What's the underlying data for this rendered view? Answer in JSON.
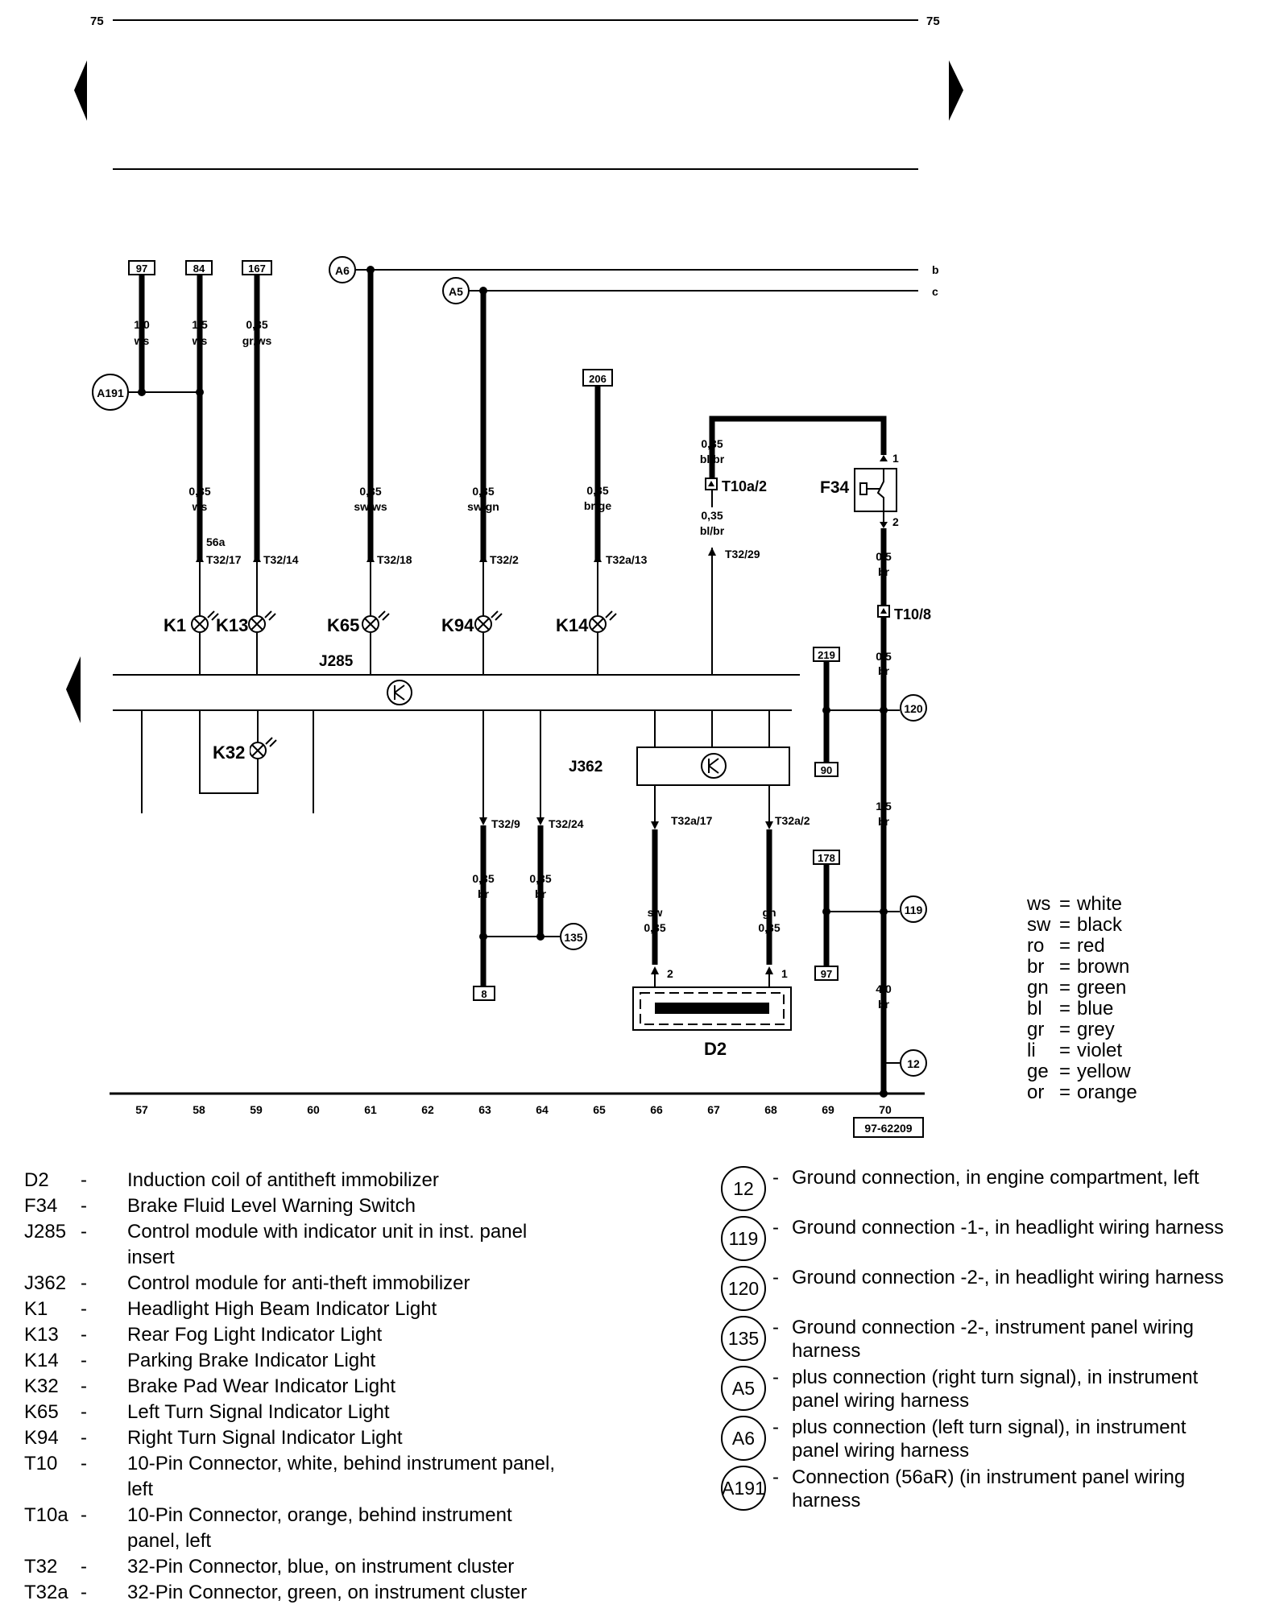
{
  "page": {
    "number_left": "75",
    "number_right": "75",
    "figure_id": "97-62209"
  },
  "wire_ends": {
    "b": "b",
    "c": "c"
  },
  "terminals": {
    "t97": "97",
    "t84": "84",
    "t167": "167",
    "t206": "206",
    "t219": "219",
    "t90": "90",
    "t178": "178",
    "t97b": "97",
    "t8": "8"
  },
  "connections": {
    "a6": "A6",
    "a5": "A5",
    "a191": "A191",
    "g120": "120",
    "g119": "119",
    "g135": "135",
    "g12": "12"
  },
  "wires": {
    "w97_size": "1,0",
    "w97_color": "ws",
    "w84_size": "1,5",
    "w84_color": "ws",
    "w167_size": "0,35",
    "w167_color": "gr/ws",
    "k1_size": "0,35",
    "k1_color": "ws",
    "k65_size": "0,35",
    "k65_color": "sw/ws",
    "k94_size": "0,35",
    "k94_color": "sw/gn",
    "k14_size": "0,35",
    "k14_color": "br/ge",
    "f34a_size": "0,35",
    "f34a_color": "bl/br",
    "f34b_size": "0,35",
    "f34b_color": "bl/br",
    "f34c_size": "0,5",
    "f34c_color": "br",
    "f34d_size": "0,5",
    "f34d_color": "br",
    "g120_size": "1,5",
    "g120_color": "br",
    "g12_size": "4,0",
    "g12_color": "br",
    "t329_size": "0,35",
    "t329_color": "br",
    "t3224_size": "0,35",
    "t3224_color": "br",
    "d2a_color": "sw",
    "d2a_size": "0,35",
    "d2b_color": "gn",
    "d2b_size": "0,35"
  },
  "pins": {
    "p56a": "56a",
    "t32_17": "T32/17",
    "t32_14": "T32/14",
    "t32_18": "T32/18",
    "t32_2": "T32/2",
    "t32a_13": "T32a/13",
    "t32_29": "T32/29",
    "t10a_2": "T10a/2",
    "t10_8": "T10/8",
    "t32_9": "T32/9",
    "t32_24": "T32/24",
    "t32a_17": "T32a/17",
    "t32a_2": "T32a/2",
    "f34_1": "1",
    "f34_2": "2",
    "d2_1": "1",
    "d2_2": "2"
  },
  "components": {
    "k1": "K1",
    "k13": "K13",
    "k65": "K65",
    "k94": "K94",
    "k14": "K14",
    "k32": "K32",
    "j285": "J285",
    "j362": "J362",
    "f34": "F34",
    "d2": "D2"
  },
  "ruler": [
    "57",
    "58",
    "59",
    "60",
    "61",
    "62",
    "63",
    "64",
    "65",
    "66",
    "67",
    "68",
    "69",
    "70"
  ],
  "color_key": [
    {
      "abbr": "ws",
      "name": "white"
    },
    {
      "abbr": "sw",
      "name": "black"
    },
    {
      "abbr": "ro",
      "name": "red"
    },
    {
      "abbr": "br",
      "name": "brown"
    },
    {
      "abbr": "gn",
      "name": "green"
    },
    {
      "abbr": "bl",
      "name": "blue"
    },
    {
      "abbr": "gr",
      "name": "grey"
    },
    {
      "abbr": "li",
      "name": "violet"
    },
    {
      "abbr": "ge",
      "name": "yellow"
    },
    {
      "abbr": "or",
      "name": "orange"
    }
  ],
  "legend": [
    {
      "code": "D2",
      "text": "Induction coil of antitheft immobilizer"
    },
    {
      "code": "F34",
      "text": "Brake Fluid Level Warning Switch"
    },
    {
      "code": "J285",
      "text": "Control module with indicator unit in inst. panel insert"
    },
    {
      "code": "J362",
      "text": "Control module for anti-theft immobilizer"
    },
    {
      "code": "K1",
      "text": "Headlight High Beam Indicator Light"
    },
    {
      "code": "K13",
      "text": "Rear Fog Light Indicator Light"
    },
    {
      "code": "K14",
      "text": "Parking Brake Indicator Light"
    },
    {
      "code": "K32",
      "text": "Brake Pad Wear Indicator Light"
    },
    {
      "code": "K65",
      "text": "Left Turn Signal Indicator Light"
    },
    {
      "code": "K94",
      "text": "Right Turn Signal Indicator Light"
    },
    {
      "code": "T10",
      "text": "10-Pin Connector, white, behind instrument panel, left"
    },
    {
      "code": "T10a",
      "text": "10-Pin Connector, orange, behind instrument panel, left"
    },
    {
      "code": "T32",
      "text": "32-Pin Connector, blue, on instrument cluster"
    },
    {
      "code": "T32a",
      "text": "32-Pin Connector, green, on instrument cluster"
    }
  ],
  "connections_legend": [
    {
      "code": "12",
      "text": "Ground connection, in engine compartment, left"
    },
    {
      "code": "119",
      "text": "Ground connection -1-, in headlight wiring harness"
    },
    {
      "code": "120",
      "text": "Ground connection -2-, in headlight wiring harness"
    },
    {
      "code": "135",
      "text": "Ground connection -2-, instrument panel wiring harness"
    },
    {
      "code": "A5",
      "text": "plus connection (right turn signal), in instrument panel wiring harness"
    },
    {
      "code": "A6",
      "text": "plus connection (left turn signal), in instrument panel wiring harness"
    },
    {
      "code": "A191",
      "text": "Connection (56aR) (in instrument panel wiring harness"
    }
  ]
}
